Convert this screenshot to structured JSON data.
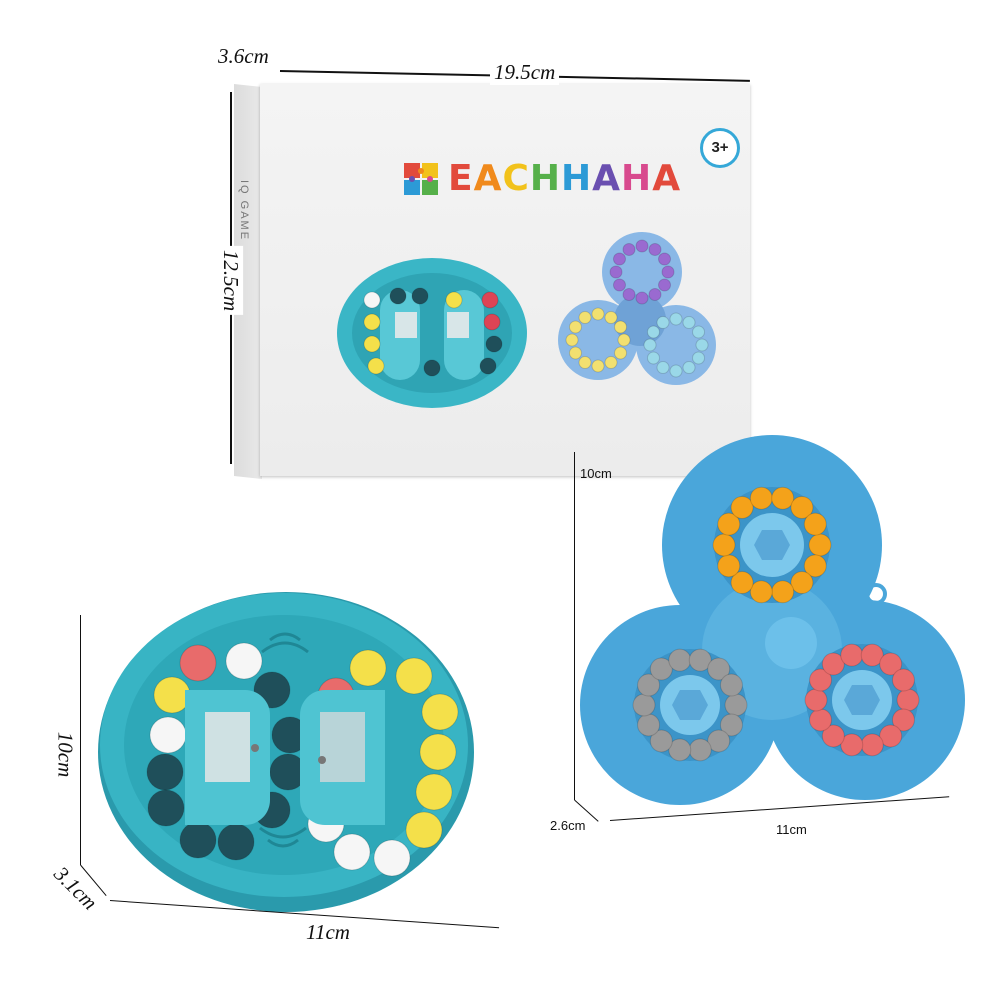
{
  "box": {
    "brand": "EACHHAHA",
    "side_text": "IQ GAME",
    "age_badge": "3+"
  },
  "dimensions": {
    "box_depth": "3.6cm",
    "box_width": "19.5cm",
    "box_height": "12.5cm",
    "spinner_height": "10cm",
    "spinner_depth": "2.6cm",
    "spinner_width": "11cm",
    "oval_height": "10cm",
    "oval_depth": "3.1cm",
    "oval_width": "11cm"
  },
  "colors": {
    "oval_toy": "#38b4c4",
    "spinner_toy": "#5ab2e0",
    "bead_orange": "#f4a21a",
    "bead_gray": "#9a9a9a",
    "bead_pink": "#e86b6b",
    "bead_dark": "#1f4f5a",
    "bead_yellow": "#f4e04a",
    "bead_white": "#f6f6f6"
  }
}
